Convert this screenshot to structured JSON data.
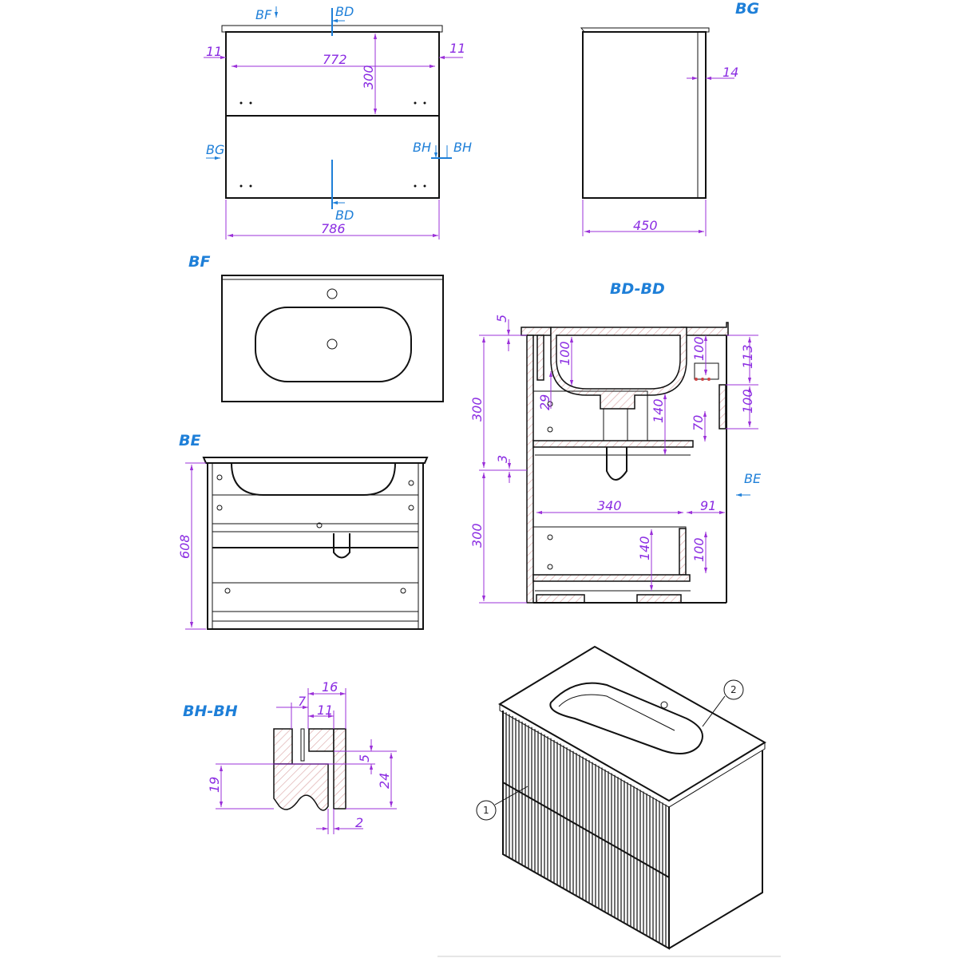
{
  "colors": {
    "dimension": "#8a2be2",
    "section_label": "#1e7fd8",
    "hatch": "#d9a0a0",
    "line": "#111111"
  },
  "front_view": {
    "section_markers": {
      "bf": "BF",
      "bd_top": "BD",
      "bd_bottom": "BD",
      "bg": "BG",
      "bh_left": "BH",
      "bh_right": "BH"
    },
    "dims": {
      "inner_width": "772",
      "side_left": "11",
      "side_right": "11",
      "drawer_height": "300",
      "overall_width": "786"
    }
  },
  "side_view": {
    "title": "BG",
    "dims": {
      "depth": "450",
      "front": "14"
    }
  },
  "top_view": {
    "title": "BF"
  },
  "section_be": {
    "title": "BE",
    "dims": {
      "height": "608"
    }
  },
  "section_bd": {
    "title": "BD-BD",
    "marker": "BE",
    "dims": {
      "top_gap": "5",
      "upper_drawer": "300",
      "lower_drawer": "300",
      "gap": "3",
      "basin_depth": "100",
      "offset_29": "29",
      "upper_inner": "140",
      "siphon": "70",
      "back_100": "100",
      "right_113": "113",
      "right_100": "100",
      "drawer_depth": "340",
      "back_gap": "91",
      "lower_inner": "140",
      "lower_back": "100"
    }
  },
  "section_bh": {
    "title": "BH-BH",
    "dims": {
      "w16": "16",
      "w7": "7",
      "w11": "11",
      "h5": "5",
      "h24": "24",
      "h19": "19",
      "w2": "2"
    }
  },
  "isometric": {
    "callouts": [
      "1",
      "2"
    ]
  }
}
